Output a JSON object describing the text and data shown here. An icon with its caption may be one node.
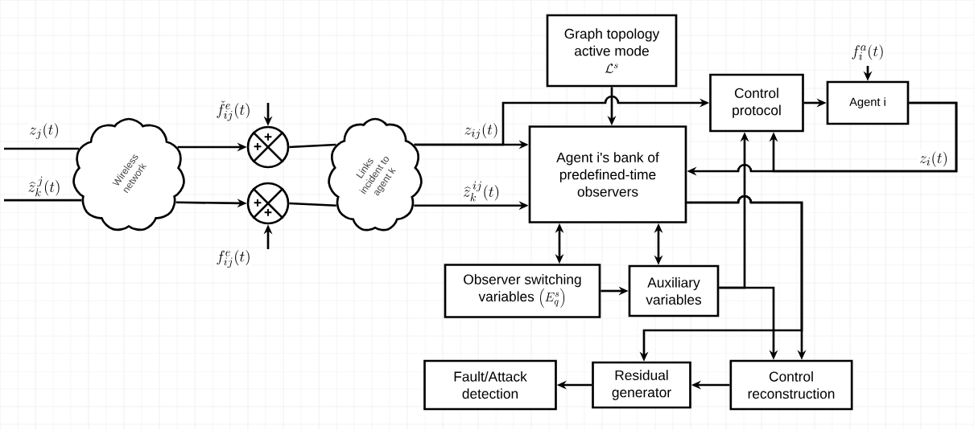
{
  "diagram": {
    "nodes": [
      {
        "text": [
          "Wireless network"
        ]
      },
      {
        "text": [
          "+",
          "+"
        ]
      },
      {
        "text": [
          "+",
          "+"
        ]
      },
      {
        "text": [
          "Links incident to agent k"
        ]
      },
      {
        "text": [
          "Graph topology active mode",
          "\\mathcal{L}^{s}"
        ]
      },
      {
        "text": [
          "Agent i's bank of predefined-time observers"
        ]
      },
      {
        "text": [
          "Control protocol"
        ]
      },
      {
        "text": [
          "Agent i"
        ]
      },
      {
        "text": [
          "Observer switching variables",
          "\\left(E_q^{s}\\right)"
        ]
      },
      {
        "text": [
          "Auxiliary variables"
        ]
      },
      {
        "text": [
          "Control reconstruction"
        ]
      },
      {
        "text": [
          "Residual generator"
        ]
      },
      {
        "text": [
          "Fault/Attack detection"
        ]
      }
    ],
    "edges": [
      {
        "from": null,
        "to": 0,
        "arrow": "none",
        "label": "z_j(t)"
      },
      {
        "from": null,
        "to": 0,
        "arrow": "none",
        "label": "\\widehat{z}_k^{\\,j}(t)"
      },
      {
        "from": 0,
        "to": 1,
        "arrow": "to"
      },
      {
        "from": 0,
        "to": 2,
        "arrow": "to"
      },
      {
        "from": null,
        "to": 1,
        "arrow": "to",
        "label": "\\check{f}_{ij}^{e}(t)"
      },
      {
        "from": null,
        "to": 2,
        "arrow": "to",
        "label": "f_{ij}^{e}(t)"
      },
      {
        "from": 1,
        "to": 3,
        "arrow": "none"
      },
      {
        "from": 2,
        "to": 3,
        "arrow": "none"
      },
      {
        "from": 3,
        "to": 5,
        "arrow": "to",
        "label": "z_{ij}(t)"
      },
      {
        "from": 3,
        "to": 6,
        "arrow": "to"
      },
      {
        "from": 3,
        "to": 5,
        "arrow": "to",
        "label": "\\widehat{z}_k^{\\,ij}(t)"
      },
      {
        "from": 4,
        "to": 5,
        "arrow": "to"
      },
      {
        "from": 6,
        "to": 7,
        "arrow": "to"
      },
      {
        "from": null,
        "to": 7,
        "arrow": "to",
        "label": "f_i^{a}(t)"
      },
      {
        "from": 7,
        "to": 5,
        "arrow": "to",
        "label": "z_i(t)"
      },
      {
        "from": 7,
        "to": 6,
        "arrow": "to"
      },
      {
        "from": 5,
        "to": 11,
        "arrow": "to"
      },
      {
        "from": 5,
        "to": 10,
        "arrow": "to"
      },
      {
        "from": 9,
        "to": 6,
        "arrow": "to"
      },
      {
        "from": 9,
        "to": 10,
        "arrow": "to"
      },
      {
        "from": 5,
        "to": 8,
        "arrow": "both"
      },
      {
        "from": 5,
        "to": 9,
        "arrow": "both"
      },
      {
        "from": 8,
        "to": 9,
        "arrow": "to"
      },
      {
        "from": 10,
        "to": 11,
        "arrow": "to"
      },
      {
        "from": 11,
        "to": 12,
        "arrow": "to"
      }
    ]
  }
}
